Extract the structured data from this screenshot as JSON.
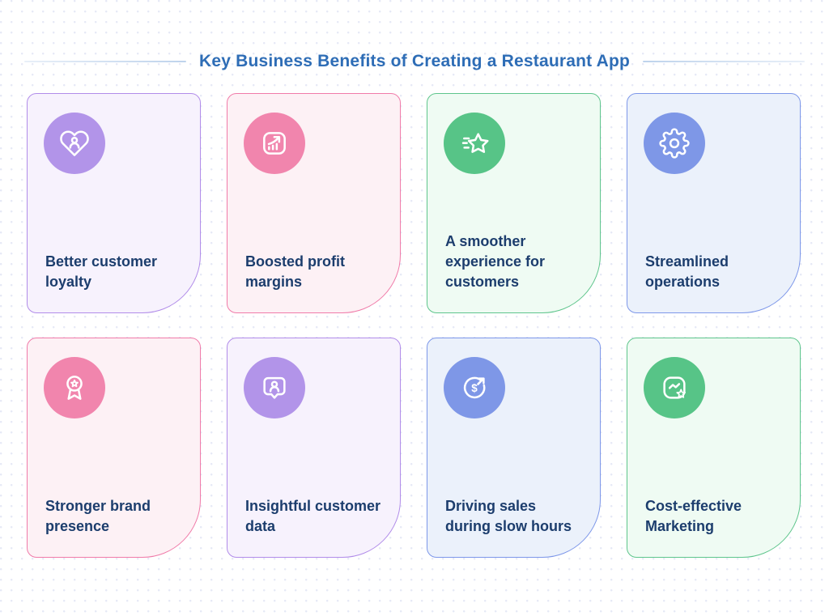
{
  "header": {
    "title": "Key Business Benefits of Creating a Restaurant App"
  },
  "colors": {
    "title": "#2e6db6",
    "label": "#1c3d6d",
    "divider": "#bed3ec",
    "themes": {
      "purple": {
        "border": "#b18ce9",
        "background": "#f7f2fd",
        "circle": "#b294e9"
      },
      "pink": {
        "border": "#f07ba9",
        "background": "#fdf1f5",
        "circle": "#f185ad"
      },
      "green": {
        "border": "#5ec58c",
        "background": "#effbf3",
        "circle": "#57c487"
      },
      "blue": {
        "border": "#7d97e9",
        "background": "#ebf1fb",
        "circle": "#7e97e7"
      }
    }
  },
  "cards": [
    {
      "label": "Better customer\nloyalty",
      "icon": "heart-user",
      "theme": "purple"
    },
    {
      "label": "Boosted profit\nmargins",
      "icon": "chart-growth",
      "theme": "pink"
    },
    {
      "label": "A smoother\nexperience for\ncustomers",
      "icon": "shooting-star",
      "theme": "green"
    },
    {
      "label": "Streamlined\noperations",
      "icon": "gear",
      "theme": "blue"
    },
    {
      "label": "Stronger brand\npresence",
      "icon": "award-ribbon",
      "theme": "pink"
    },
    {
      "label": "Insightful customer\ndata",
      "icon": "user-badge",
      "theme": "purple"
    },
    {
      "label": "Driving sales\nduring slow hours",
      "icon": "dollar-cycle",
      "theme": "blue"
    },
    {
      "label": "Cost-effective\nMarketing",
      "icon": "chart-star",
      "theme": "green"
    }
  ]
}
